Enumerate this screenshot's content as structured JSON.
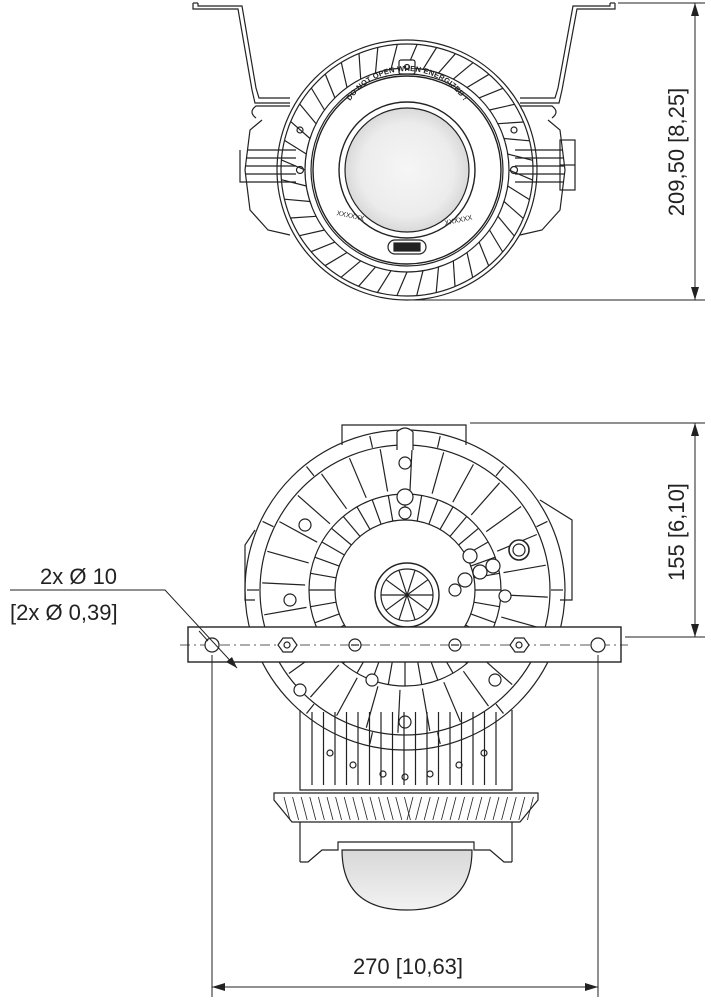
{
  "top_view": {
    "warning_text": "DO NOT OPEN WHEN ENERGIZED !",
    "marking_left": "XXXXXX",
    "marking_right": "XXXXXX",
    "height_dimension": "209,50 [8,25]"
  },
  "bottom_view": {
    "height_dimension": "155 [6,10]",
    "hole_label_metric": "2x Ø 10",
    "hole_label_imperial": "[2x Ø 0,39]",
    "width_dimension": "270 [10,63]"
  },
  "colors": {
    "line": "#222222",
    "background": "#ffffff",
    "lens": "#ececec"
  }
}
